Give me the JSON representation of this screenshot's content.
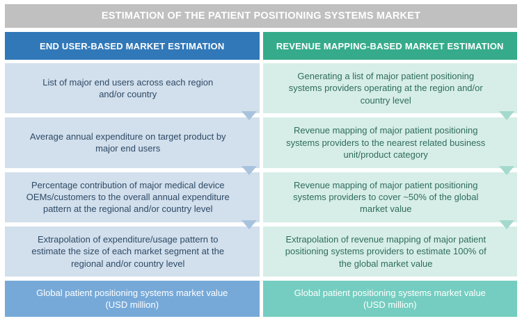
{
  "title": "ESTIMATION OF THE PATIENT POSITIONING SYSTEMS MARKET",
  "colors": {
    "title_bar": "#c0c0c0",
    "left_header": "#3178b8",
    "right_header": "#35ab8b",
    "left_step": "#d2dfec",
    "right_step": "#d6eee7",
    "left_step_text": "#2d4a66",
    "right_step_text": "#2f6b5e",
    "left_footer": "#76a9d8",
    "right_footer": "#74cdc0",
    "left_chevron": "#a9c3de",
    "right_chevron": "#a5d9cd",
    "page_background": "#ffffff"
  },
  "columns": [
    {
      "header": "END USER-BASED MARKET ESTIMATION",
      "steps": [
        "List of major end users across each region\nand/or country",
        "Average annual expenditure on target product by\nmajor end users",
        "Percentage contribution of major medical device\nOEMs/customers to the overall annual expenditure\npattern at the regional and/or country level",
        "Extrapolation of expenditure/usage pattern to\nestimate the size of each market segment at the\nregional and/or country level"
      ],
      "footer": "Global patient positioning systems market value\n(USD million)"
    },
    {
      "header": "REVENUE MAPPING-BASED MARKET ESTIMATION",
      "steps": [
        "Generating a list of major patient positioning\nsystems providers operating at the region and/or\ncountry level",
        "Revenue mapping of major patient positioning\nsystems providers to the nearest related business\nunit/product category",
        "Revenue mapping of major patient positioning\nsystems providers to cover ~50% of the global\nmarket value",
        "Extrapolation of revenue mapping of major patient\npositioning systems providers to estimate 100% of\nthe global market value"
      ],
      "footer": "Global patient positioning systems market value\n(USD million)"
    }
  ]
}
